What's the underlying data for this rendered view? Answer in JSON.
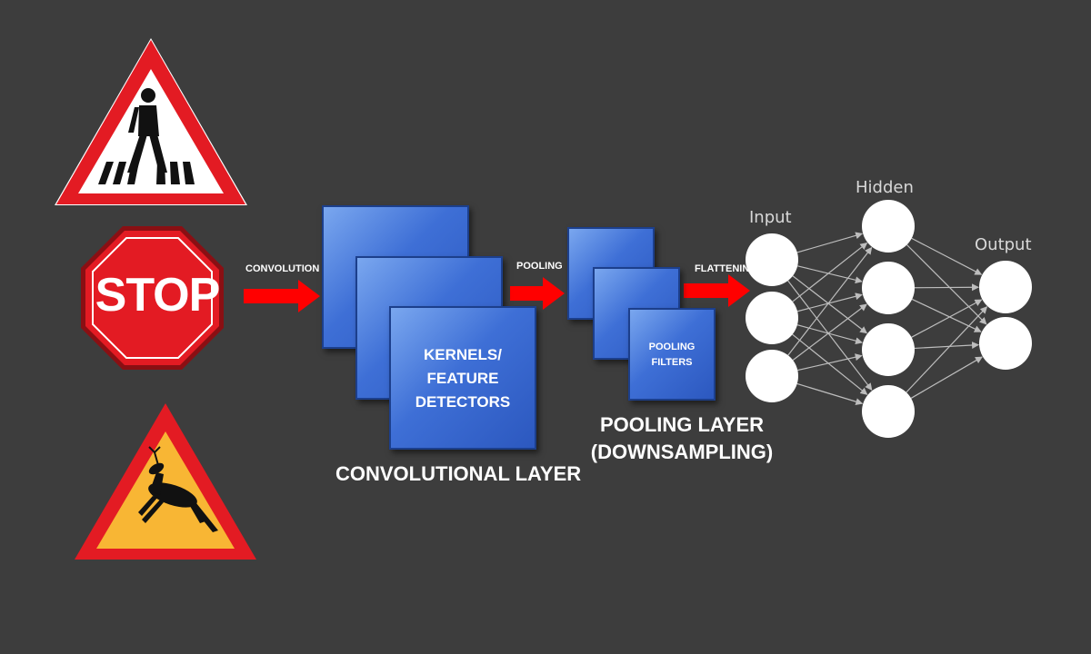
{
  "signs": {
    "crossing": "pedestrian-crossing",
    "stop_text": "STOP",
    "deer": "deer-crossing"
  },
  "stages": {
    "convolution_label": "CONVOLUTION",
    "pooling_label": "POOLING",
    "flattening_label": "FLATTENING"
  },
  "conv_layer": {
    "kernel_text_1": "KERNELS/",
    "kernel_text_2": "FEATURE",
    "kernel_text_3": "DETECTORS",
    "title": "CONVOLUTIONAL LAYER"
  },
  "pool_layer": {
    "filter_text_1": "POOLING",
    "filter_text_2": "FILTERS",
    "title_1": "POOLING LAYER",
    "title_2": "(DOWNSAMPLING)"
  },
  "network": {
    "input_label": "Input",
    "hidden_label": "Hidden",
    "output_label": "Output",
    "input_nodes": 3,
    "hidden_nodes": 4,
    "output_nodes": 2
  },
  "colors": {
    "background": "#3d3d3d",
    "arrow": "#ff0000",
    "sign_red": "#e31b23",
    "deer_sign_fill": "#f8b634",
    "box_blue": "#3e6fd6"
  }
}
